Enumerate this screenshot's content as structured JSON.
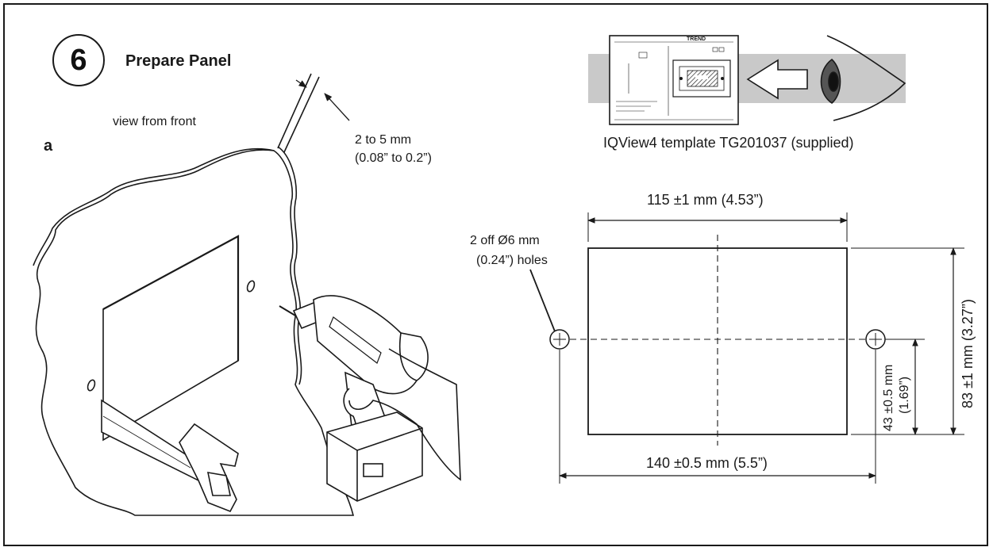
{
  "step": {
    "number": "6",
    "title": "Prepare Panel"
  },
  "section_label": "a",
  "view_label": "view from front",
  "panel_thickness": {
    "line1": "2 to 5 mm",
    "line2": "(0.08” to 0.2”)"
  },
  "template": {
    "caption": "IQView4 template TG201037 (supplied)",
    "brand_mark": "TREND"
  },
  "dimensions": {
    "cutout_width": "115 ±1 mm (4.53”)",
    "cutout_height": "83 ±1 mm (3.27”)",
    "hole_spacing": "140 ±0.5 mm (5.5”)",
    "hole_height_mm": "43 ±0.5 mm",
    "hole_height_in": "(1.69”)"
  },
  "holes": {
    "line1": "2 off Ø6 mm",
    "line2": "(0.24”) holes"
  }
}
